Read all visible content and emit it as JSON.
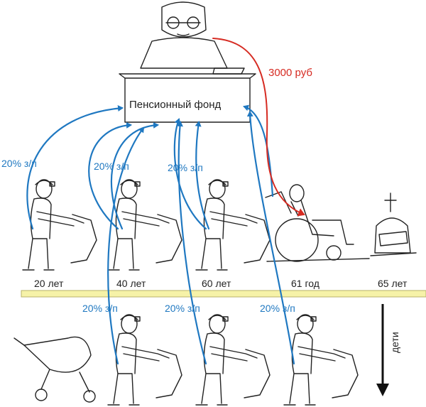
{
  "fund": {
    "label": "Пенсионный фонд"
  },
  "payment": {
    "label": "3000 руб"
  },
  "contributions": {
    "top_left": "20% з/п",
    "top_mid": "20% з/п",
    "top_right": "20% з/п",
    "bottom_left": "20% з/п",
    "bottom_mid": "20% з/п",
    "bottom_right": "20% з/п"
  },
  "ages": {
    "a20": "20 лет",
    "a40": "40 лет",
    "a60": "60 лет",
    "a61": "61 год",
    "a65": "65 лет"
  },
  "children": {
    "label": "дети"
  },
  "colors": {
    "contribution": "#1f78c1",
    "payment": "#d62b22",
    "timeline": "#f6f2a8"
  }
}
